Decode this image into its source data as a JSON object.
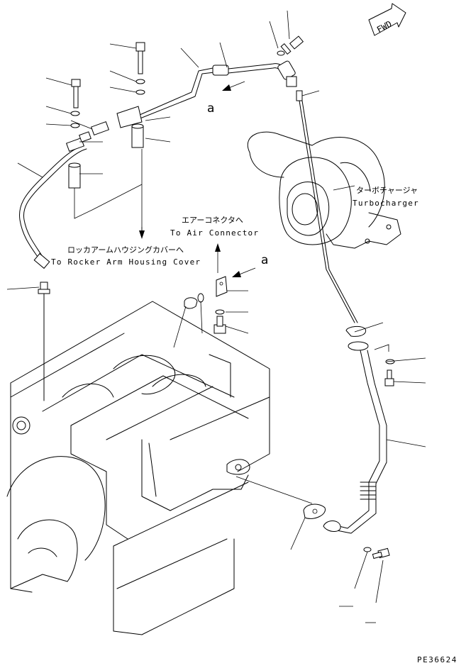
{
  "direction_marker": "FWD",
  "labels": {
    "turbocharger_jp": "ターボチャージャ",
    "turbocharger_en": "Turbocharger",
    "air_connector_jp": "エアーコネクタへ",
    "air_connector_en": "To Air Connector",
    "rocker_cover_jp": "ロッカアームハウジングカバーへ",
    "rocker_cover_en": "To Rocker Arm Housing Cover",
    "ref_a_upper": "a",
    "ref_a_lower": "a",
    "drawing_code": "PE36624"
  }
}
